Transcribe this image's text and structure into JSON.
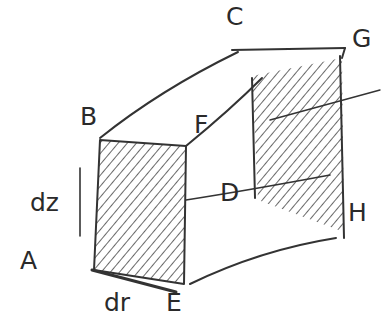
{
  "diagram": {
    "labels": [
      "C",
      "G",
      "B",
      "F",
      "dz",
      "D",
      "H",
      "A",
      "E",
      "dr"
    ]
  }
}
